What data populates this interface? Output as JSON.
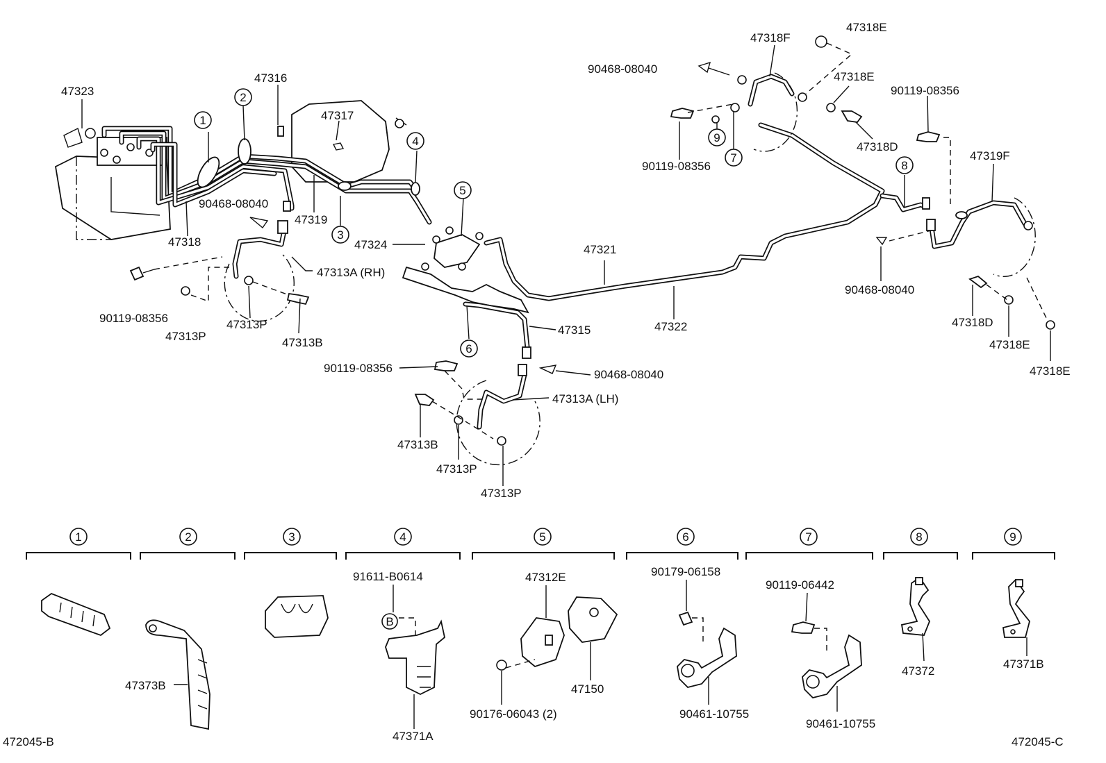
{
  "ref_left": "472045-B",
  "ref_right": "472045-C",
  "upper_labels": {
    "p47323": "47323",
    "p47316": "47316",
    "p47317": "47317",
    "p47318": "47318",
    "p47319": "47319",
    "p90468a": "90468-08040",
    "p47324": "47324",
    "p47313a_rh": "47313A (RH)",
    "p90119a": "90119-08356",
    "p47313p_a": "47313P",
    "p47313p_b": "47313P",
    "p47313b_a": "47313B",
    "p47321": "47321",
    "p47322": "47322",
    "p47315": "47315",
    "p90119b": "90119-08356",
    "p90468b": "90468-08040",
    "p47313a_lh": "47313A (LH)",
    "p47313b_b": "47313B",
    "p47313p_c": "47313P",
    "p47313p_d": "47313P",
    "p47318f": "47318F",
    "p47318e_a": "47318E",
    "p90468c": "90468-08040",
    "p47318e_b": "47318E",
    "p90119c": "90119-08356",
    "p47318d_a": "47318D",
    "p90119d": "90119-08356",
    "p47319f": "47319F",
    "p90468d": "90468-08040",
    "p47318d_b": "47318D",
    "p47318e_c": "47318E",
    "p47318e_d": "47318E"
  },
  "callouts": [
    "1",
    "2",
    "3",
    "4",
    "5",
    "6",
    "7",
    "8",
    "9"
  ],
  "detail_sections": [
    {
      "num": "1",
      "parts": []
    },
    {
      "num": "2",
      "parts": [
        "47373B"
      ]
    },
    {
      "num": "3",
      "parts": []
    },
    {
      "num": "4",
      "parts": [
        "91611-B0614",
        "47371A"
      ],
      "letter": "B"
    },
    {
      "num": "5",
      "parts": [
        "47312E",
        "47150",
        "90176-06043 (2)"
      ]
    },
    {
      "num": "6",
      "parts": [
        "90179-06158",
        "90461-10755"
      ]
    },
    {
      "num": "7",
      "parts": [
        "90119-06442",
        "90461-10755"
      ]
    },
    {
      "num": "8",
      "parts": [
        "47372"
      ]
    },
    {
      "num": "9",
      "parts": [
        "47371B"
      ]
    }
  ]
}
